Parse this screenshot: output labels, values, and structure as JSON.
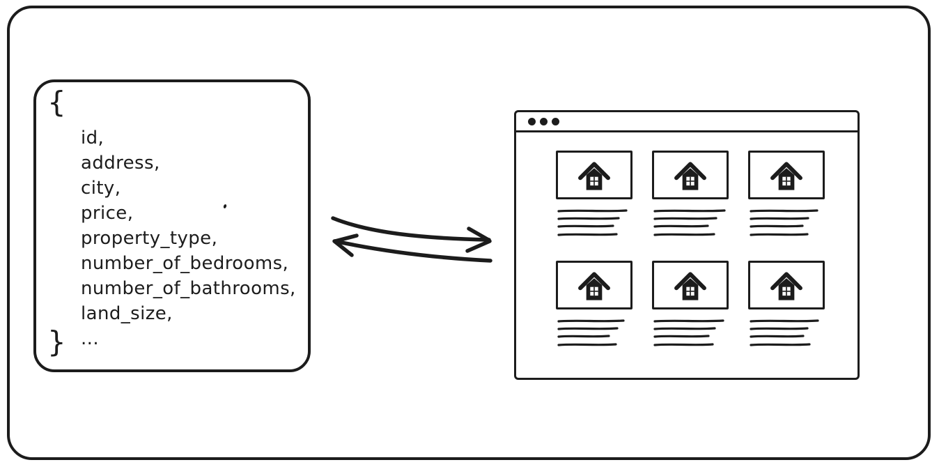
{
  "colors": {
    "ink": "#1c1c1c",
    "background": "#ffffff"
  },
  "schema_panel": {
    "open_brace": "{",
    "fields": [
      "id,",
      "address,",
      "city,",
      "price,",
      "property_type,",
      "number_of_bedrooms,",
      "number_of_bathrooms,",
      "land_size,",
      "..."
    ],
    "close_brace": "}"
  },
  "arrows": {
    "top_arrow_direction": "left-to-right",
    "bottom_arrow_direction": "right-to-left"
  },
  "browser_window": {
    "traffic_dot_count": 3,
    "grid": {
      "rows": 2,
      "columns": 3,
      "card_count": 6
    },
    "card": {
      "icon": "house",
      "placeholder_line_count": 4
    }
  }
}
